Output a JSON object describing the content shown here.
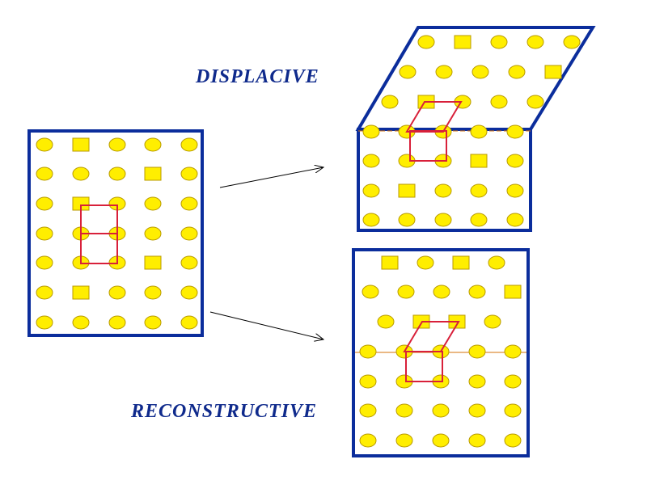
{
  "labels": {
    "displacive": "DISPLACIVE",
    "reconstructive": "RECONSTRUCTIVE"
  },
  "colors": {
    "text": "#0f2a8c",
    "frame": "#0b2d9c",
    "atom_fill": "#ffee00",
    "atom_stroke": "#b89a00",
    "cell": "#d8203a",
    "slip_line": "#d4700a",
    "arrow": "#000000"
  },
  "panels": {
    "original": {
      "rows": 7,
      "cols": 5
    },
    "displacive": {
      "rows": 7,
      "cols": 5,
      "shifted_rows": 3
    },
    "reconstructive": {
      "rows": 7,
      "cols": 5,
      "shifted_rows": 3
    }
  }
}
